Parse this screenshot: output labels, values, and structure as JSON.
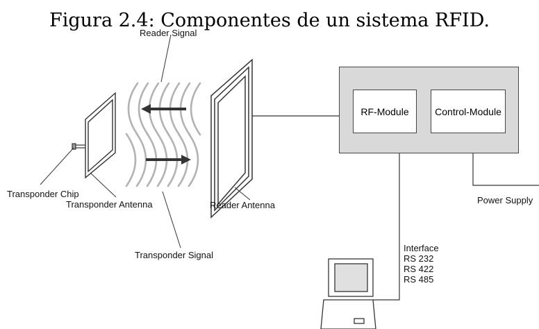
{
  "caption": "Figura 2.4: Componentes de un sistema RFID.",
  "labels": {
    "reader_signal": "Reader Signal",
    "transponder_chip": "Transponder Chip",
    "transponder_antenna": "Transponder Antenna",
    "transponder_signal": "Transponder Signal",
    "reader_antenna": "Reader Antenna",
    "power_supply": "Power Supply",
    "rf_module": "RF-Module",
    "control_module": "Control-Module"
  },
  "interface": {
    "title": "Interface",
    "lines": [
      "RS 232",
      "RS 422",
      "RS 485"
    ]
  },
  "colors": {
    "module_panel": "#d9d9d9",
    "wave": "#b3b3b3",
    "arrow": "#333333"
  }
}
